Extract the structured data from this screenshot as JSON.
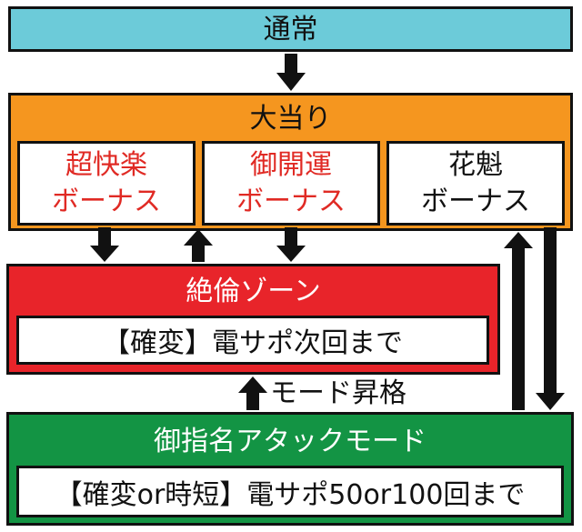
{
  "states": {
    "tsujo": {
      "label": "通常",
      "color": "#6ccbd9"
    },
    "oatari": {
      "label": "大当り",
      "color": "#f5961f",
      "bonuses": [
        {
          "line1": "超快楽",
          "line2": "ボーナス",
          "text_color": "#e02a24"
        },
        {
          "line1": "御開運",
          "line2": "ボーナス",
          "text_color": "#e02a24"
        },
        {
          "line1": "花魁",
          "line2": "ボーナス",
          "text_color": "#111111"
        }
      ]
    },
    "zetsurin": {
      "label": "絶倫ゾーン",
      "detail": "【確変】電サポ次回まで",
      "color": "#e8242a"
    },
    "goshimei": {
      "label": "御指名アタックモード",
      "detail": "【確変or時短】電サポ50or100回まで",
      "color": "#139444"
    }
  },
  "transitions": {
    "mode_up_label": "モード昇格"
  }
}
